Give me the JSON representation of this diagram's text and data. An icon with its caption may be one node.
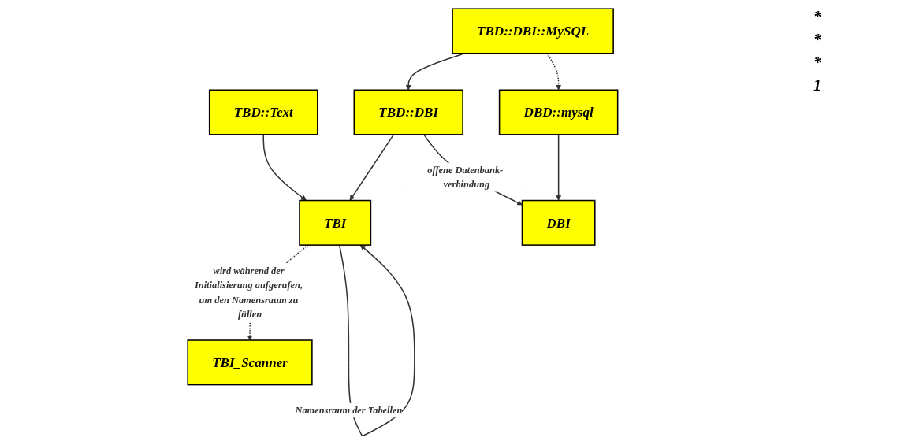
{
  "diagram": {
    "nodes": [
      {
        "text": [
          "TBI"
        ]
      },
      {
        "text": [
          "TBI_Scanner"
        ]
      },
      {
        "text": [
          "TBD::Text"
        ]
      },
      {
        "text": [
          "TBD::DBI"
        ]
      },
      {
        "text": [
          "DBI"
        ]
      },
      {
        "text": [
          "TBD::DBI::MySQL"
        ]
      },
      {
        "text": [
          "DBD::mysql"
        ]
      }
    ],
    "edges": [
      {
        "from": 0,
        "to": 0,
        "arrow": "to",
        "label": "Namensraum der Tabellen"
      },
      {
        "from": 0,
        "to": 1,
        "arrow": "to",
        "style": "dashed",
        "label": "wird während der Initialisierung aufgerufen, um den Namensraum zu füllen"
      },
      {
        "from": 2,
        "to": 0,
        "arrow": "to"
      },
      {
        "from": 3,
        "to": 0,
        "arrow": "to"
      },
      {
        "from": 3,
        "to": 4,
        "arrow": "to",
        "label": "offene Datenbank- verbindung"
      },
      {
        "from": 5,
        "to": 3,
        "arrow": "to"
      },
      {
        "from": 6,
        "to": 4,
        "arrow": "to"
      },
      {
        "from": 5,
        "to": 6,
        "arrow": "to",
        "style": "dashed"
      }
    ],
    "labels": [
      "*",
      "*",
      "*",
      "1"
    ]
  }
}
